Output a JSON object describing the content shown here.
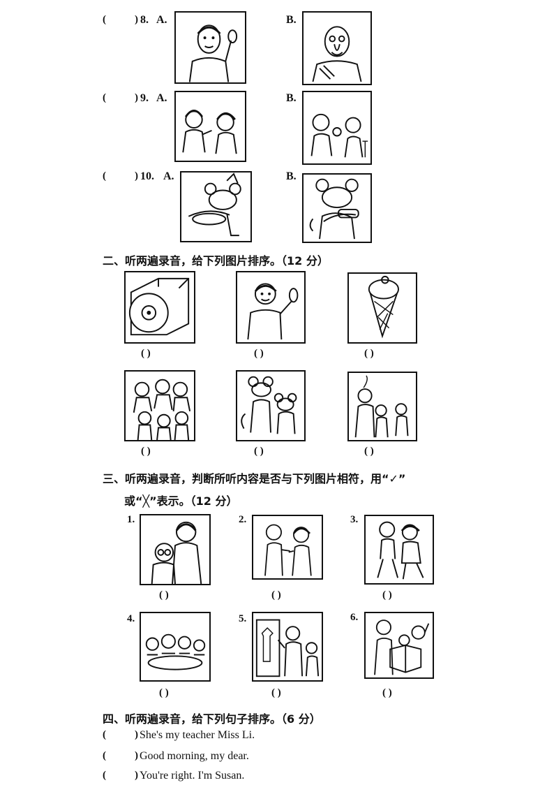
{
  "part1": {
    "items": [
      {
        "paren": "(",
        "paren_close": ")",
        "number": "8.",
        "opt_a": "A.",
        "opt_b": "B.",
        "img_a": "man-waving-icon",
        "img_b": "old-man-icon"
      },
      {
        "paren": "(",
        "paren_close": ")",
        "number": "9.",
        "opt_a": "A.",
        "opt_b": "B.",
        "img_a": "girls-greeting-icon",
        "img_b": "kids-sharing-icon"
      },
      {
        "paren": "(",
        "paren_close": ")",
        "number": "10.",
        "opt_a": "A.",
        "opt_b": "B.",
        "img_a": "mouse-party-icon",
        "img_b": "mouse-eating-icon"
      }
    ]
  },
  "part2": {
    "title": "二、听两遍录音，给下列图片排序。（12 分）",
    "answer_blank": "(        )",
    "images": [
      "cd-icon",
      "boy-waving-icon",
      "ice-cream-icon",
      "family-group-icon",
      "mice-icon",
      "family-walking-icon"
    ]
  },
  "part3": {
    "title_line1": "三、听两遍录音，判断所听内容是否与下列图片相符，用“✓”",
    "title_line2": "或“╳”表示。（12 分）",
    "answer_blank": "(        )",
    "items": [
      {
        "number": "1.",
        "img": "mother-daughter-icon"
      },
      {
        "number": "2.",
        "img": "handshake-icon"
      },
      {
        "number": "3.",
        "img": "kids-running-icon"
      },
      {
        "number": "4.",
        "img": "animals-table-icon"
      },
      {
        "number": "5.",
        "img": "wardrobe-icon"
      },
      {
        "number": "6.",
        "img": "gift-box-icon"
      }
    ]
  },
  "part4": {
    "title": "四、听两遍录音，给下列句子排序。（6 分）",
    "sentences": [
      {
        "paren": "(",
        "paren_close": ")",
        "text": "She's my teacher Miss Li."
      },
      {
        "paren": "(",
        "paren_close": ")",
        "text": "Good morning, my dear."
      },
      {
        "paren": "(",
        "paren_close": ")",
        "text": "You're right. I'm Susan."
      }
    ]
  }
}
